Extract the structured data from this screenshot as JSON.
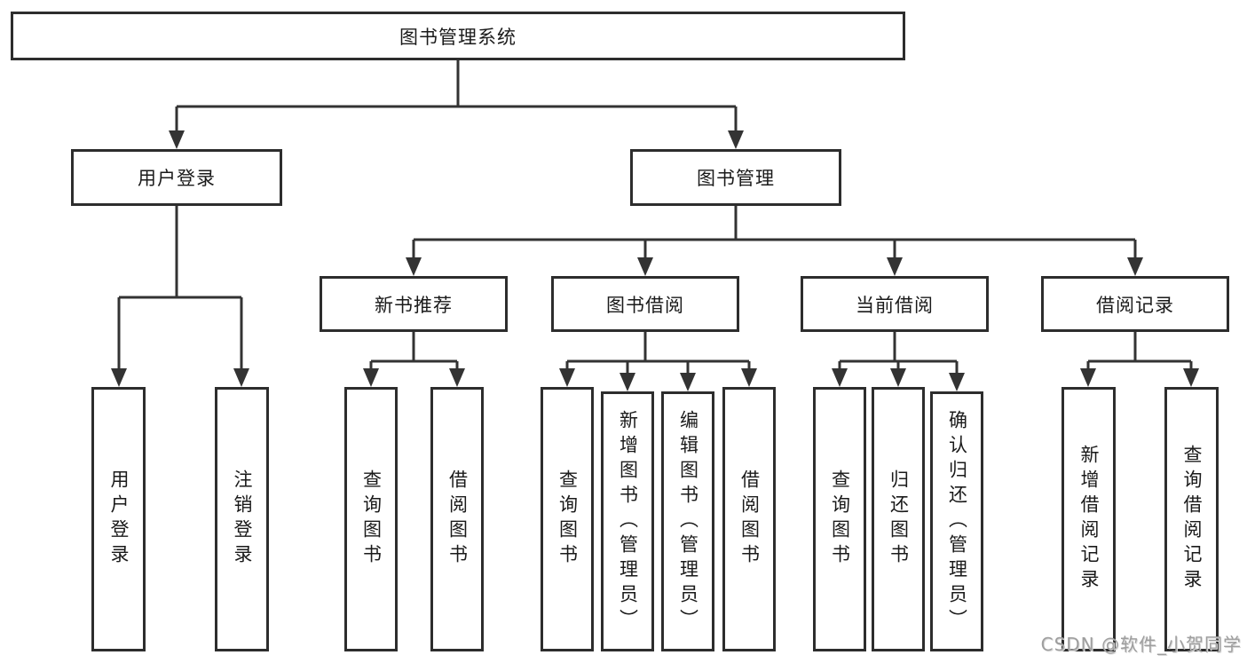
{
  "diagram": {
    "root": {
      "label": "图书管理系统"
    },
    "level2": {
      "user_login": {
        "label": "用户登录"
      },
      "book_management": {
        "label": "图书管理"
      }
    },
    "level3": {
      "new_book_recommend": {
        "label": "新书推荐"
      },
      "book_borrow": {
        "label": "图书借阅"
      },
      "current_borrow": {
        "label": "当前借阅"
      },
      "borrow_record": {
        "label": "借阅记录"
      }
    },
    "leaves": {
      "user_login": {
        "label": "用户登录"
      },
      "logout": {
        "label": "注销登录"
      },
      "recommend_query_book": {
        "label": "查询图书"
      },
      "recommend_borrow_book": {
        "label": "借阅图书"
      },
      "borrow_query_book": {
        "label": "查询图书"
      },
      "borrow_add_book": {
        "label": "新增图书（管理员）"
      },
      "borrow_edit_book": {
        "label": "编辑图书（管理员）"
      },
      "borrow_borrow_book": {
        "label": "借阅图书"
      },
      "current_query_book": {
        "label": "查询图书"
      },
      "current_return_book": {
        "label": "归还图书"
      },
      "current_confirm_return": {
        "label": "确认归还（管理员）"
      },
      "record_add": {
        "label": "新增借阅记录"
      },
      "record_query": {
        "label": "查询借阅记录"
      }
    }
  },
  "watermark": {
    "text": "CSDN @软件_小贺同学"
  },
  "colors": {
    "line": "#333333",
    "box_border": "#2d2d2d",
    "text": "#1a1a1a",
    "watermark": "#9e9e9e",
    "background": "#ffffff"
  }
}
